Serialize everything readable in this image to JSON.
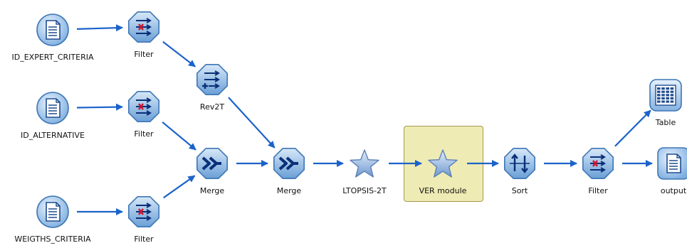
{
  "canvas": {
    "nodes": [
      {
        "id": "n1",
        "label": "ID_EXPERT_CRITERIA",
        "icon": "database-source-icon",
        "kind": "source"
      },
      {
        "id": "n2",
        "label": "Filter",
        "icon": "filter-icon",
        "kind": "filter"
      },
      {
        "id": "n3",
        "label": "Rev2T",
        "icon": "derive-icon",
        "kind": "derive"
      },
      {
        "id": "n4",
        "label": "ID_ALTERNATIVE",
        "icon": "database-source-icon",
        "kind": "source"
      },
      {
        "id": "n5",
        "label": "Filter",
        "icon": "filter-icon",
        "kind": "filter"
      },
      {
        "id": "n6",
        "label": "WEIGTHS_CRITERIA",
        "icon": "database-source-icon",
        "kind": "source"
      },
      {
        "id": "n7",
        "label": "Filter",
        "icon": "filter-icon",
        "kind": "filter"
      },
      {
        "id": "n8",
        "label": "Merge",
        "icon": "merge-icon",
        "kind": "merge"
      },
      {
        "id": "n9",
        "label": "Merge",
        "icon": "merge-icon",
        "kind": "merge"
      },
      {
        "id": "n10",
        "label": "LTOPSIS-2T",
        "icon": "star-supernode-icon",
        "kind": "supernode"
      },
      {
        "id": "n11",
        "label": "VER module",
        "icon": "star-supernode-icon",
        "kind": "supernode",
        "selected": true
      },
      {
        "id": "n12",
        "label": "Sort",
        "icon": "sort-icon",
        "kind": "sort"
      },
      {
        "id": "n13",
        "label": "Filter",
        "icon": "filter-icon",
        "kind": "filter"
      },
      {
        "id": "n14",
        "label": "Table",
        "icon": "table-icon",
        "kind": "table"
      },
      {
        "id": "n15",
        "label": "output",
        "icon": "output-file-icon",
        "kind": "output"
      }
    ],
    "links": [
      [
        "n1",
        "n2"
      ],
      [
        "n2",
        "n3"
      ],
      [
        "n3",
        "n9"
      ],
      [
        "n4",
        "n5"
      ],
      [
        "n5",
        "n8"
      ],
      [
        "n6",
        "n7"
      ],
      [
        "n7",
        "n8"
      ],
      [
        "n8",
        "n9"
      ],
      [
        "n9",
        "n10"
      ],
      [
        "n10",
        "n11"
      ],
      [
        "n11",
        "n12"
      ],
      [
        "n12",
        "n13"
      ],
      [
        "n13",
        "n14"
      ],
      [
        "n13",
        "n15"
      ]
    ],
    "colors": {
      "link": "#1b63c9",
      "node_fill_light": "#d7e8f8",
      "node_fill_dark": "#6a9fd6",
      "node_stroke": "#3e76b6",
      "glyph": "#0a2f78",
      "cross": "#d0142c",
      "selection_fill": "#efebb4"
    }
  }
}
